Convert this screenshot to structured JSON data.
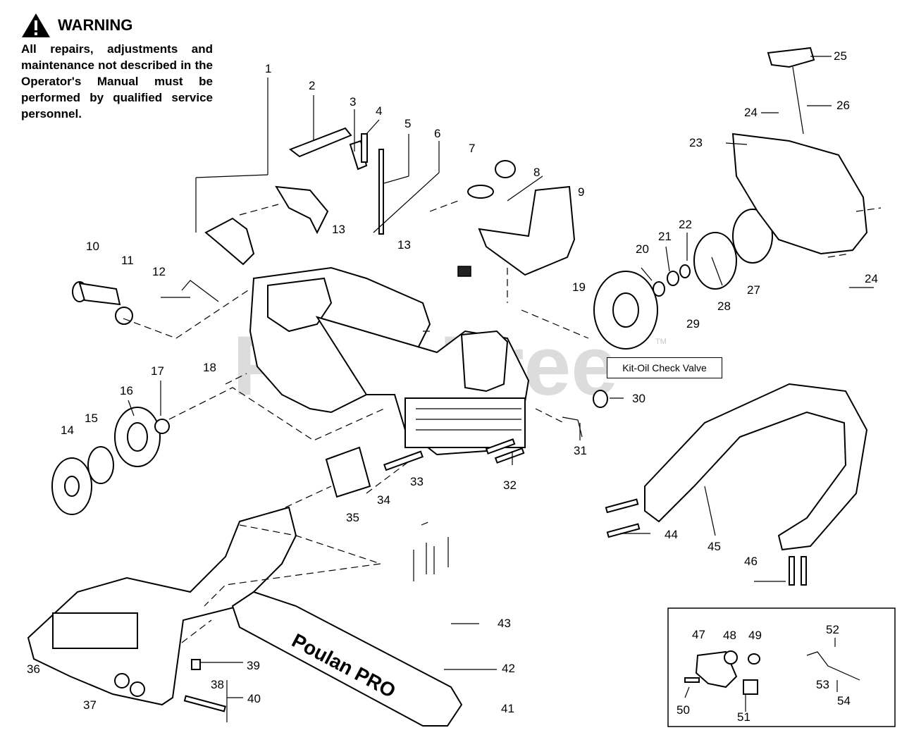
{
  "warning": {
    "title": "WARNING",
    "text": "All repairs, adjustments and maintenance not described in the Operator's Manual must be performed by qualified service personnel."
  },
  "watermark": "PartsTree",
  "watermark_tm": "TM",
  "kit_label": "Kit-Oil Check Valve",
  "bar_brand": "Poulan PRO",
  "callouts": [
    "1",
    "2",
    "3",
    "4",
    "5",
    "6",
    "7",
    "8",
    "9",
    "10",
    "11",
    "12",
    "13",
    "13",
    "14",
    "15",
    "16",
    "17",
    "18",
    "19",
    "20",
    "21",
    "22",
    "23",
    "24",
    "24",
    "25",
    "26",
    "27",
    "28",
    "29",
    "30",
    "31",
    "32",
    "33",
    "34",
    "35",
    "36",
    "37",
    "38",
    "39",
    "40",
    "41",
    "42",
    "43",
    "44",
    "45",
    "46",
    "47",
    "48",
    "49",
    "50",
    "51",
    "52",
    "53",
    "54"
  ]
}
